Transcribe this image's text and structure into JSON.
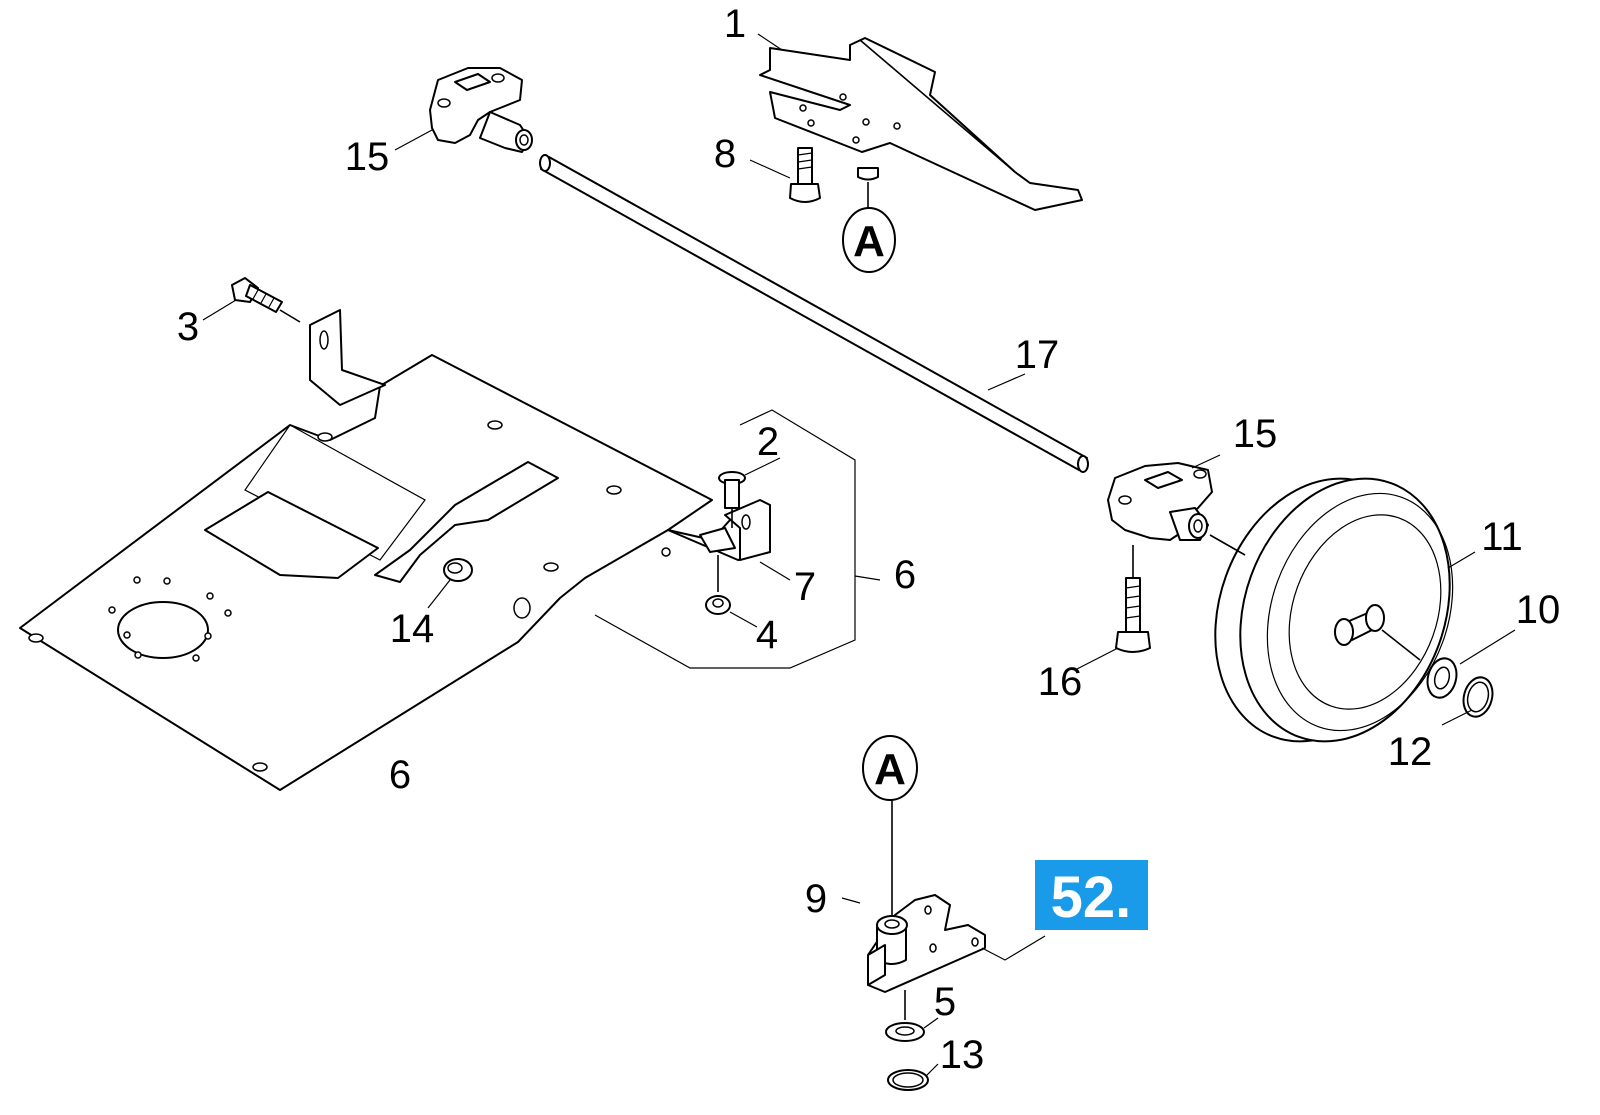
{
  "diagram": {
    "part_labels": [
      "1",
      "15",
      "8",
      "3",
      "17",
      "2",
      "6",
      "15",
      "11",
      "10",
      "7",
      "14",
      "4",
      "16",
      "12",
      "6",
      "9",
      "5",
      "13"
    ],
    "reference_marker": "A",
    "callout": {
      "text": "52.",
      "color": "#1a9bea"
    },
    "colors": {
      "line": "#000000",
      "background": "#ffffff",
      "callout": "#1a9bea"
    }
  }
}
